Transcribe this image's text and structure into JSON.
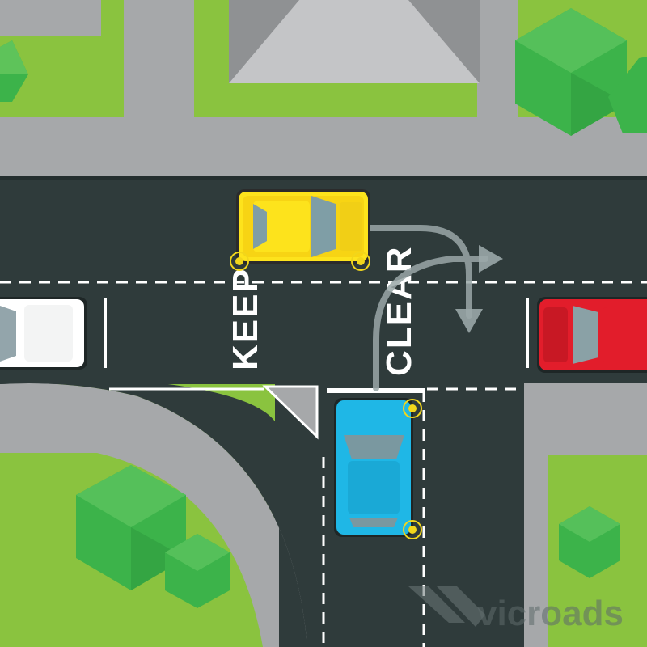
{
  "road_markings": {
    "keep": "KEEP",
    "clear": "CLEAR"
  },
  "brand": {
    "name": "vicroads"
  },
  "colors": {
    "grass": "#8ac33f",
    "footpath": "#a6a8aa",
    "road": "#2f3b3b",
    "marking": "#ffffff",
    "roof": "#bcbdbf",
    "tree": "#3cb34a",
    "car_yellow": "#fde31c",
    "car_blue": "#1fb7e6",
    "car_red": "#e21d2b",
    "car_white": "#ffffff",
    "arrow": "#9aa7a8"
  },
  "scene": {
    "icons": [
      "house-roof-icon",
      "tree-icon",
      "car-icon",
      "turn-arrow-icon",
      "indicator-light-icon",
      "vicroads-logo-icon"
    ]
  }
}
